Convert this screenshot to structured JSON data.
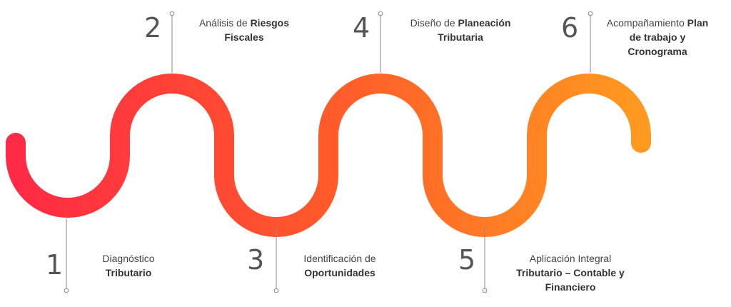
{
  "colors": {
    "start": "#ff2a45",
    "mid": "#ff5a2a",
    "end": "#ff9a20",
    "connector": "#8a8a8a",
    "number": "#555555"
  },
  "steps": [
    {
      "number": "1",
      "label_light": "Diagnóstico",
      "label_bold": "Tributario"
    },
    {
      "number": "2",
      "label_light": "Análisis de",
      "label_bold": "Riesgos Fiscales"
    },
    {
      "number": "3",
      "label_light": "Identificación de",
      "label_bold": "Oportunidades"
    },
    {
      "number": "4",
      "label_light": "Diseño de",
      "label_bold": "Planeación Tributaria"
    },
    {
      "number": "5",
      "label_light": "Aplicación Integral",
      "label_bold": "Tributario – Contable y Financiero"
    },
    {
      "number": "6",
      "label_light": "Acompañamiento",
      "label_bold": "Plan de trabajo y Cronograma"
    }
  ]
}
